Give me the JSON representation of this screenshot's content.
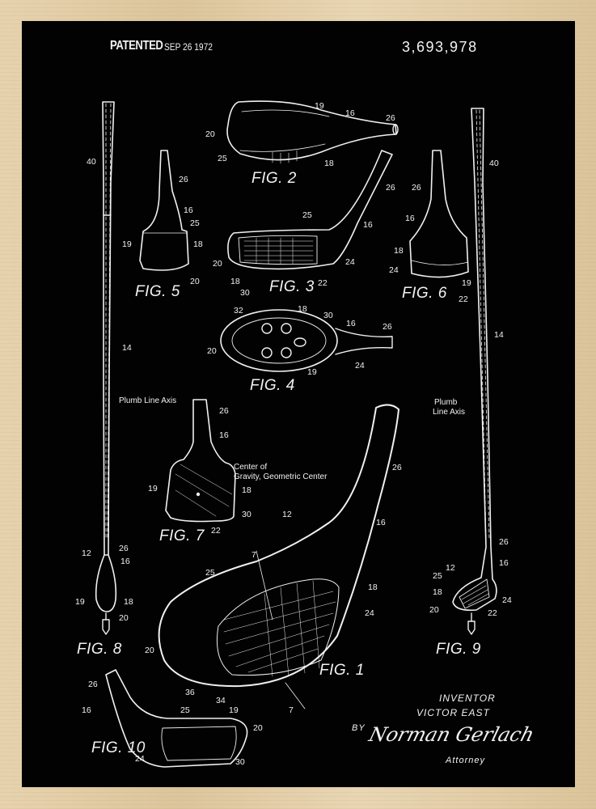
{
  "header": {
    "patented_label": "PATENTED",
    "date": "SEP 26 1972",
    "patent_number": "3,693,978"
  },
  "figures": [
    {
      "id": "fig1",
      "label": "FIG. 1",
      "refs": [
        "7",
        "7",
        "12",
        "16",
        "18",
        "20",
        "24",
        "25",
        "26",
        "34",
        "36"
      ]
    },
    {
      "id": "fig2",
      "label": "FIG. 2",
      "refs": [
        "16",
        "18",
        "19",
        "20",
        "25",
        "26"
      ]
    },
    {
      "id": "fig3",
      "label": "FIG. 3",
      "refs": [
        "16",
        "18",
        "20",
        "22",
        "24",
        "25",
        "26",
        "30"
      ]
    },
    {
      "id": "fig4",
      "label": "FIG. 4",
      "refs": [
        "16",
        "18",
        "19",
        "20",
        "24",
        "26",
        "30",
        "32"
      ]
    },
    {
      "id": "fig5",
      "label": "FIG. 5",
      "refs": [
        "16",
        "18",
        "19",
        "20",
        "25",
        "26"
      ]
    },
    {
      "id": "fig6",
      "label": "FIG. 6",
      "refs": [
        "16",
        "18",
        "19",
        "22",
        "24",
        "26"
      ]
    },
    {
      "id": "fig7",
      "label": "FIG. 7",
      "refs": [
        "16",
        "18",
        "19",
        "22",
        "26",
        "30"
      ]
    },
    {
      "id": "fig8",
      "label": "FIG. 8",
      "refs": [
        "12",
        "14",
        "16",
        "18",
        "19",
        "20",
        "26",
        "40"
      ]
    },
    {
      "id": "fig9",
      "label": "FIG. 9",
      "refs": [
        "12",
        "14",
        "16",
        "18",
        "20",
        "22",
        "24",
        "25",
        "26",
        "40"
      ]
    },
    {
      "id": "fig10",
      "label": "FIG. 10",
      "refs": [
        "16",
        "19",
        "20",
        "24",
        "25",
        "26",
        "30"
      ]
    }
  ],
  "annotations": {
    "plumb_left": "Plumb Line Axis",
    "plumb_right_1": "Plumb",
    "plumb_right_2": "Line Axis",
    "cog_1": "Center of",
    "cog_2": "Gravity, Geometric Center"
  },
  "signature": {
    "inventor_label": "INVENTOR",
    "inventor_name": "VICTOR EAST",
    "by_label": "BY",
    "attorney_signature": "Norman Gerlach",
    "attorney_label": "Attorney"
  },
  "labels": {
    "f2": {
      "r19": "19",
      "r16": "16",
      "r26": "26",
      "r20": "20",
      "r25": "25",
      "r18": "18"
    },
    "f3": {
      "r26": "26",
      "r25": "25",
      "r16": "16",
      "r20": "20",
      "r24": "24",
      "r18": "18",
      "r30": "30",
      "r22": "22"
    },
    "f4": {
      "r32": "32",
      "r18": "18",
      "r30": "30",
      "r16": "16",
      "r26": "26",
      "r20": "20",
      "r24": "24",
      "r19": "19"
    },
    "f5": {
      "r26": "26",
      "r16": "16",
      "r25": "25",
      "r19": "19",
      "r18": "18",
      "r20": "20"
    },
    "f6": {
      "r26": "26",
      "r16": "16",
      "r18": "18",
      "r24": "24",
      "r19": "19",
      "r22": "22"
    },
    "f7": {
      "r26": "26",
      "r16": "16",
      "r19": "19",
      "r18": "18",
      "r30": "30",
      "r22": "22"
    },
    "f8": {
      "r40": "40",
      "r14": "14",
      "r12": "12",
      "r26": "26",
      "r16": "16",
      "r19": "19",
      "r18": "18",
      "r20": "20"
    },
    "f9": {
      "r40": "40",
      "r14": "14",
      "r26": "26",
      "r12": "12",
      "r16": "16",
      "r25": "25",
      "r18": "18",
      "r24": "24",
      "r20": "20",
      "r22": "22"
    },
    "f1": {
      "r26": "26",
      "r12": "12",
      "r16": "16",
      "r7a": "7",
      "r25": "25",
      "r18": "18",
      "r24": "24",
      "r20": "20",
      "r36": "36",
      "r34": "34",
      "r7b": "7"
    },
    "f10": {
      "r26": "26",
      "r16": "16",
      "r25": "25",
      "r19": "19",
      "r20": "20",
      "r24": "24",
      "r30": "30"
    }
  },
  "colors": {
    "frame": "#e3cfa9",
    "background": "#020202",
    "ink": "#f2f2f2"
  }
}
